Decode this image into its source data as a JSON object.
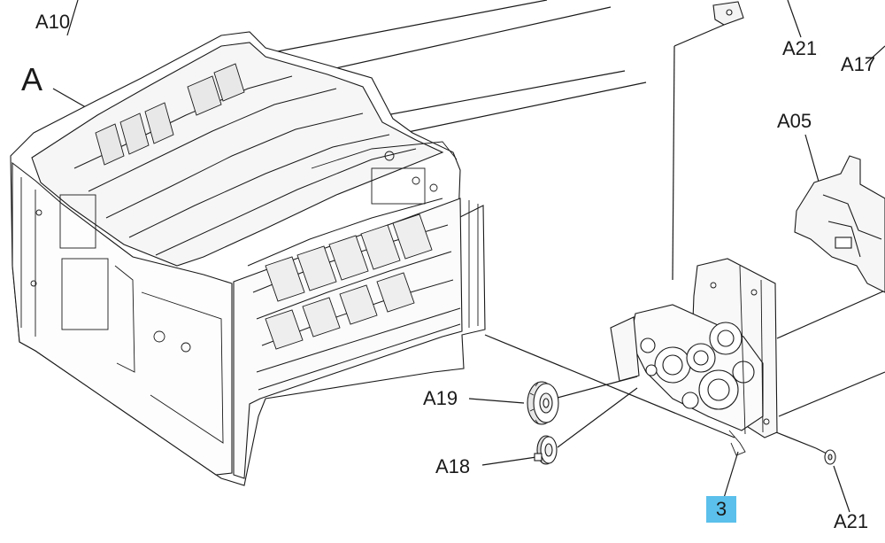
{
  "diagram": {
    "labels": {
      "a10": "A10",
      "a": "A",
      "a21_top": "A21",
      "a17": "A17",
      "a05": "A05",
      "a19": "A19",
      "a18": "A18",
      "callout_3": "3",
      "a21_bottom": "A21"
    },
    "colors": {
      "line": "#1a1a1a",
      "highlight": "#5bc0eb",
      "background": "#ffffff"
    }
  }
}
